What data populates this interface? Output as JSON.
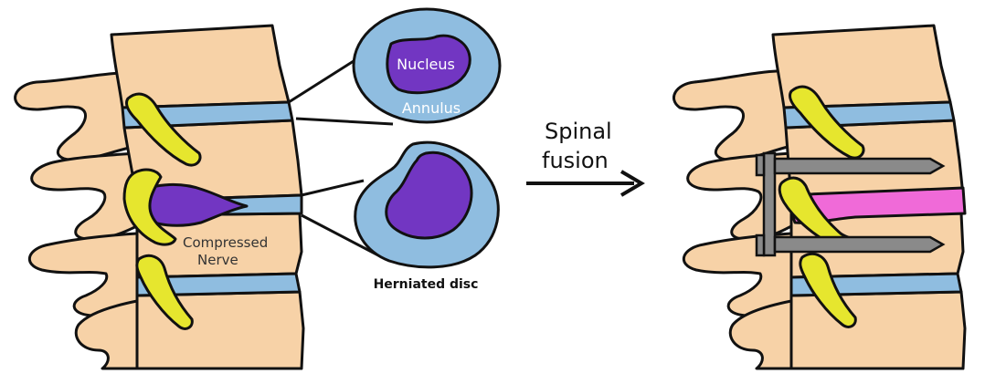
{
  "labels": {
    "nucleus": "Nucleus",
    "annulus": "Annulus",
    "compressed_nerve_line1": "Compressed",
    "compressed_nerve_line2": "Nerve",
    "herniated_disc": "Herniated disc",
    "procedure_line1": "Spinal",
    "procedure_line2": "fusion"
  },
  "colors": {
    "bone": "#f7d2a7",
    "disc_annulus": "#8fbde0",
    "nucleus": "#7236c2",
    "nerve": "#e6e62e",
    "fusion_graft": "#f06ad8",
    "hardware": "#8a8a8a",
    "outline": "#111111",
    "annulus_text": "#ffffff"
  },
  "icons": {
    "arrow": "right-arrow-icon"
  }
}
